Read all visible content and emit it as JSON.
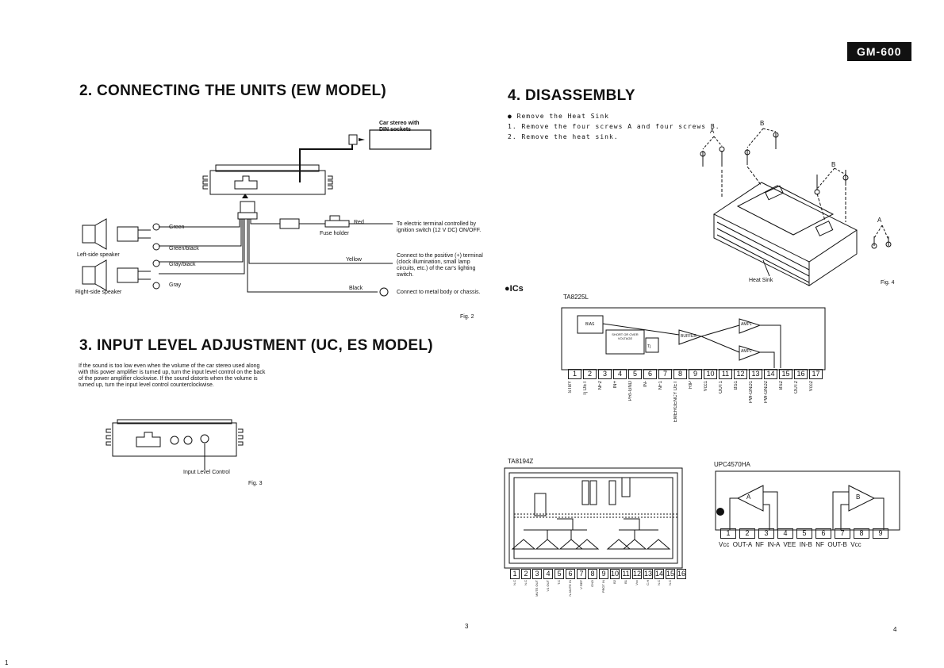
{
  "header": {
    "model_badge": "GM-600"
  },
  "left": {
    "section2_title": "2. CONNECTING THE UNITS (EW MODEL)",
    "car_stereo_label": "Car stereo with\nDIN sockets",
    "wires": {
      "green": "Green",
      "green_black": "Green/black",
      "gray_black": "Gray/black",
      "gray": "Gray",
      "red": "Red",
      "yellow": "Yellow",
      "black": "Black"
    },
    "left_speaker": "Left-side speaker",
    "right_speaker": "Right-side speaker",
    "fuse_holder": "Fuse holder",
    "note_red": "To electric terminal controlled by ignition switch (12 V DC) ON/OFF.",
    "note_yellow": "Connect to the positive (+) terminal (clock illumination, small lamp circuits, etc.) of the car's lighting switch.",
    "note_black": "Connect to metal body or chassis.",
    "fig2": "Fig. 2",
    "section3_title": "3. INPUT LEVEL ADJUSTMENT (UC, ES MODEL)",
    "section3_text": "If the sound is too low even when the volume of the car stereo used along with this power amplifier is turned up, turn the input level control on the back of the power amplifier clockwise. If the sound distorts when the volume is turned up, turn the input level control counterclockwise.",
    "input_level_control": "Input Level Control",
    "fig3": "Fig. 3",
    "page_number": "3"
  },
  "right": {
    "section4_title": "4. DISASSEMBLY",
    "remove_heat_sink": "● Remove the Heat Sink",
    "step1": "1. Remove the four screws A and four screws B.",
    "step2": "2. Remove the heat sink.",
    "label_a": "A",
    "label_b": "B",
    "heat_sink": "Heat Sink",
    "fig4": "Fig. 4",
    "ics_title": "●ICs",
    "ic1": {
      "name": "TA8225L",
      "blocks": [
        "BIAS",
        "SHORT OR OVER VOLTAGE",
        "Tj",
        "BUFFER",
        "AMP1",
        "AMP2"
      ],
      "pins": [
        "1",
        "2",
        "3",
        "4",
        "5",
        "6",
        "7",
        "8",
        "9",
        "10",
        "11",
        "12",
        "13",
        "14",
        "15",
        "16",
        "17"
      ],
      "pin_labels": [
        "STBY",
        "Tj DET",
        "NF2",
        "IN+",
        "PRI-GND",
        "IN-",
        "NF1",
        "EMERGENCY DET",
        "RIP",
        "Vcc1",
        "OUT1",
        "BS1",
        "PW-GND1",
        "PW-GND2",
        "BS2",
        "OUT2",
        "Vcc2"
      ]
    },
    "ic2": {
      "name": "TA8194Z",
      "pins": [
        "1",
        "2",
        "3",
        "4",
        "5",
        "6",
        "7",
        "8",
        "9",
        "10",
        "11",
        "12",
        "13",
        "14",
        "15",
        "16"
      ],
      "pin_labels": [
        "N.C",
        "N.C",
        "MUTE OUT",
        "V1 OUT",
        "T.C",
        "N-MUTE IN",
        "V REF",
        "GND",
        "PROT IN",
        "B2",
        "B1",
        "Vcc",
        "C.H",
        "N.C",
        "N.C",
        ""
      ]
    },
    "ic3": {
      "name": "UPC4570HA",
      "amp_a": "A",
      "amp_b": "B",
      "pins": [
        "1",
        "2",
        "3",
        "4",
        "5",
        "6",
        "7",
        "8",
        "9"
      ],
      "pin_labels": "Vcc  OUT-A  NF  IN-A  VEE  IN-B  NF  OUT-B  Vcc"
    },
    "page_number": "4"
  },
  "footer": {
    "corner_mark": "1"
  }
}
